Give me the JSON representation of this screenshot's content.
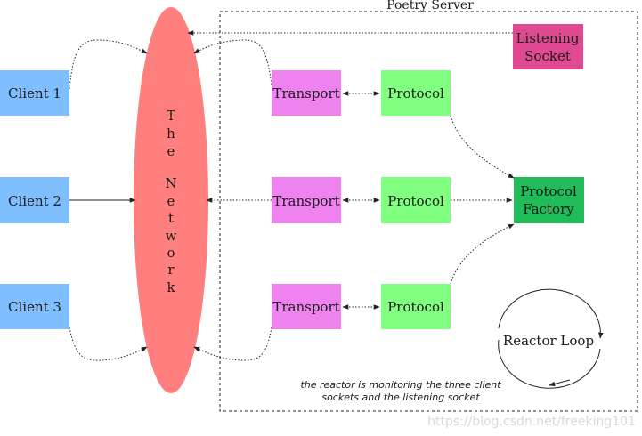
{
  "server": {
    "title": "Poetry Server"
  },
  "network": {
    "label": "The Network",
    "letters": [
      "T",
      "h",
      "e",
      "N",
      "e",
      "t",
      "w",
      "o",
      "r",
      "k"
    ]
  },
  "clients": [
    {
      "label": "Client 1"
    },
    {
      "label": "Client 2"
    },
    {
      "label": "Client 3"
    }
  ],
  "transports": [
    {
      "label": "Transport"
    },
    {
      "label": "Transport"
    },
    {
      "label": "Transport"
    }
  ],
  "protocols": [
    {
      "label": "Protocol"
    },
    {
      "label": "Protocol"
    },
    {
      "label": "Protocol"
    }
  ],
  "listening_socket": {
    "line1": "Listening",
    "line2": "Socket"
  },
  "protocol_factory": {
    "line1": "Protocol",
    "line2": "Factory"
  },
  "reactor_loop": {
    "label": "Reactor Loop"
  },
  "note": {
    "line1": "the reactor is monitoring the three client",
    "line2": "sockets and the listening socket"
  },
  "watermark": "https://blog.csdn.net/freeking101",
  "colors": {
    "client": "#7fbfff",
    "network": "#ff7f7f",
    "transport": "#ee82ee",
    "protocol": "#80ff80",
    "listening_socket": "#e04a92",
    "protocol_factory": "#22bb5a"
  }
}
